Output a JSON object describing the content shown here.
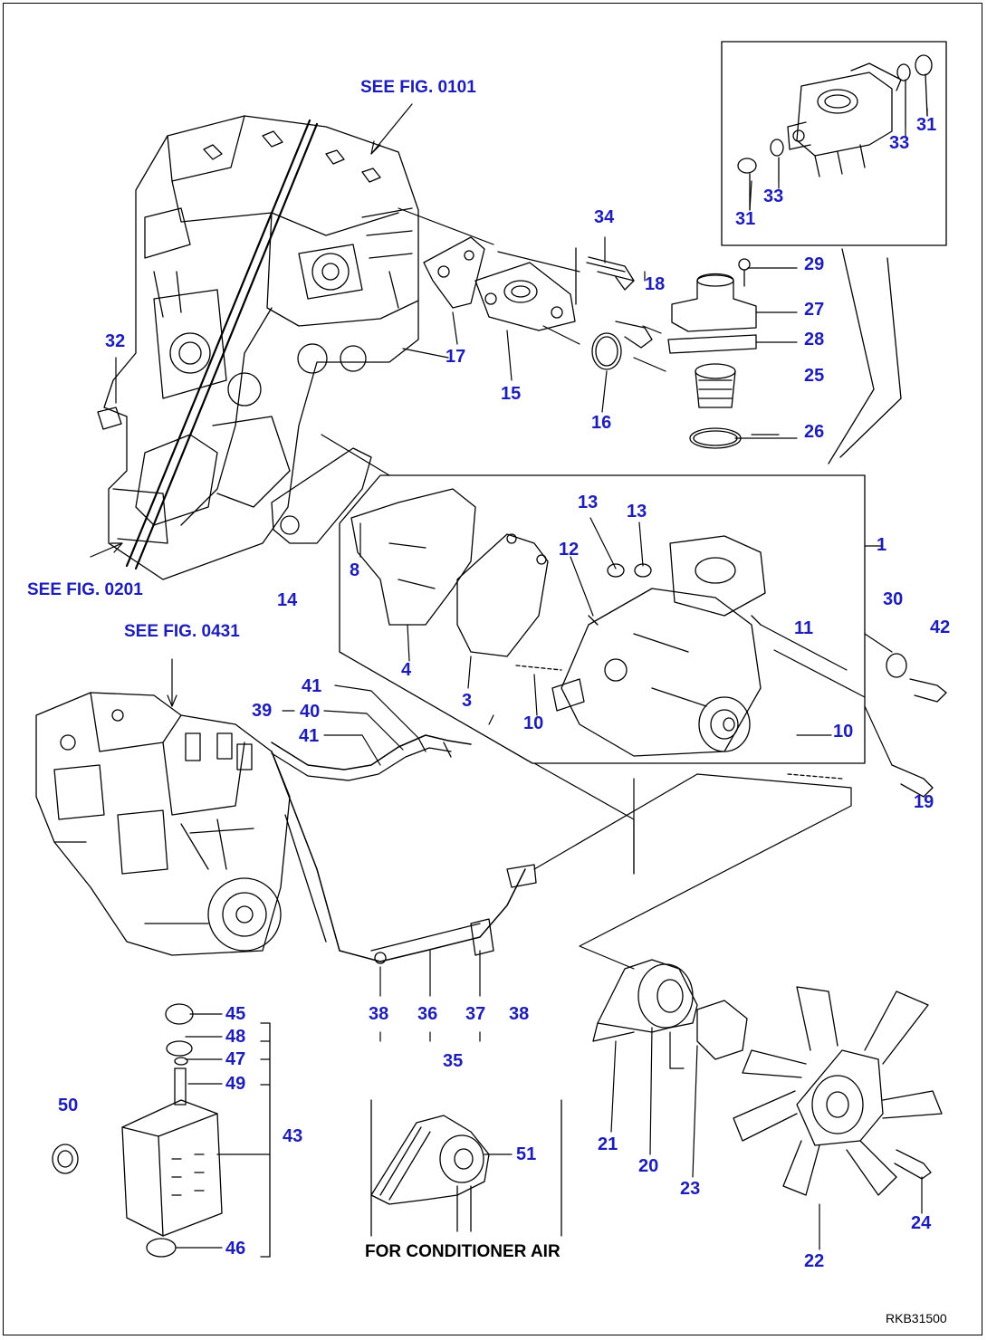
{
  "references": {
    "fig0101": "SEE FIG. 0101",
    "fig0201": "SEE FIG. 0201",
    "fig0431": "SEE FIG. 0431"
  },
  "caption": "FOR CONDITIONER AIR",
  "drawing_code": "RKB31500",
  "parts": {
    "p1": "1",
    "p3": "3",
    "p4": "4",
    "p8": "8",
    "p10a": "10",
    "p10b": "10",
    "p11": "11",
    "p12": "12",
    "p13a": "13",
    "p13b": "13",
    "p14": "14",
    "p15": "15",
    "p16": "16",
    "p17": "17",
    "p18": "18",
    "p19": "19",
    "p20": "20",
    "p21": "21",
    "p22": "22",
    "p23": "23",
    "p24": "24",
    "p25": "25",
    "p26": "26",
    "p27": "27",
    "p28": "28",
    "p29": "29",
    "p30": "30",
    "p31a": "31",
    "p31b": "31",
    "p32": "32",
    "p33a": "33",
    "p33b": "33",
    "p34": "34",
    "p35": "35",
    "p36": "36",
    "p37": "37",
    "p38a": "38",
    "p38b": "38",
    "p39": "39",
    "p40": "40",
    "p41a": "41",
    "p41b": "41",
    "p42": "42",
    "p43": "43",
    "p45": "45",
    "p46": "46",
    "p47": "47",
    "p48": "48",
    "p49": "49",
    "p50": "50",
    "p51": "51"
  },
  "colors": {
    "label": "#1d1db8",
    "line": "#000000"
  }
}
